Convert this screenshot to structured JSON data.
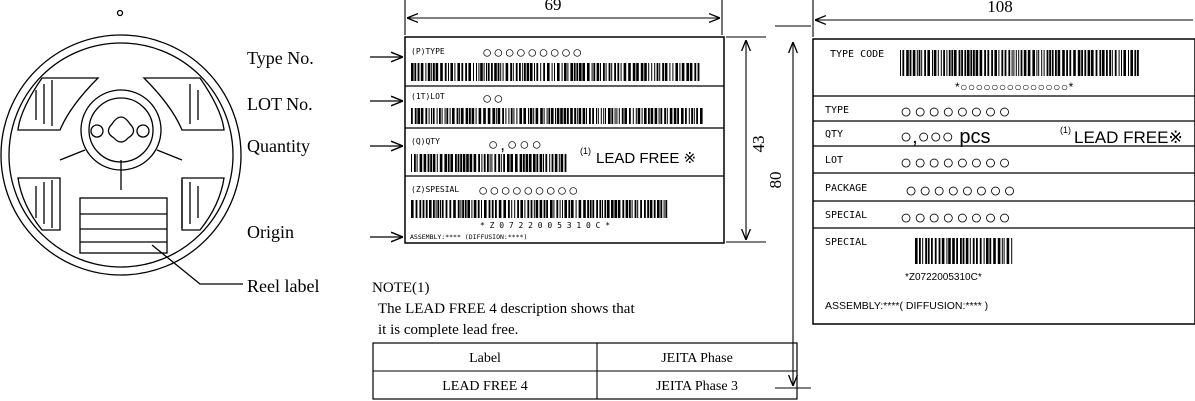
{
  "dimensions": {
    "label_small_width": "69",
    "label_small_height": "43",
    "label_large_width": "108",
    "label_large_height": "80"
  },
  "callouts": {
    "type_no": "Type No.",
    "lot_no": "LOT No.",
    "quantity": "Quantity",
    "origin": "Origin",
    "reel_label": "Reel label"
  },
  "small_label": {
    "type_tag": "(P)TYPE",
    "type_value": "○○○○○○○○○",
    "lot_tag": "(1T)LOT",
    "lot_value": "○○",
    "qty_tag": "(Q)QTY",
    "qty_value": "○,○○○",
    "lead_free_sup": "(1)",
    "lead_free": "LEAD FREE ※",
    "special_tag": "(Z)SPESIAL",
    "special_value": "○○○○○○○○○",
    "barcode_text": "* Z 0 7 2 2 0 0 5 3 1 0 C *",
    "assembly": "ASSEMBLY:**** (DIFFUSION:****)"
  },
  "large_label": {
    "type_code_tag": "TYPE CODE",
    "type_code_text": "*○○○○○○○○○○○○○○*",
    "rows": [
      {
        "tag": "TYPE",
        "value": "○○○○○○○○"
      },
      {
        "tag": "QTY",
        "value": "○,○○○ pcs"
      },
      {
        "tag": "LOT",
        "value": "○○○○○○○○"
      },
      {
        "tag": "PACKAGE",
        "value": "○○○○○○○○"
      },
      {
        "tag": "SPECIAL",
        "value": "○○○○○○○○"
      }
    ],
    "lead_free_sup": "(1)",
    "lead_free": "LEAD FREE※",
    "special_tag": "SPECIAL",
    "barcode_text": "*Z0722005310C*",
    "assembly": "ASSEMBLY:****( DIFFUSION:**** )"
  },
  "note": {
    "title": "NOTE(1)",
    "line1": "The LEAD FREE 4 description shows that",
    "line2": "it is complete lead free."
  },
  "table": {
    "headers": [
      "Label",
      "JEITA Phase"
    ],
    "rows": [
      [
        "LEAD FREE 4",
        "JEITA Phase 3"
      ]
    ]
  }
}
